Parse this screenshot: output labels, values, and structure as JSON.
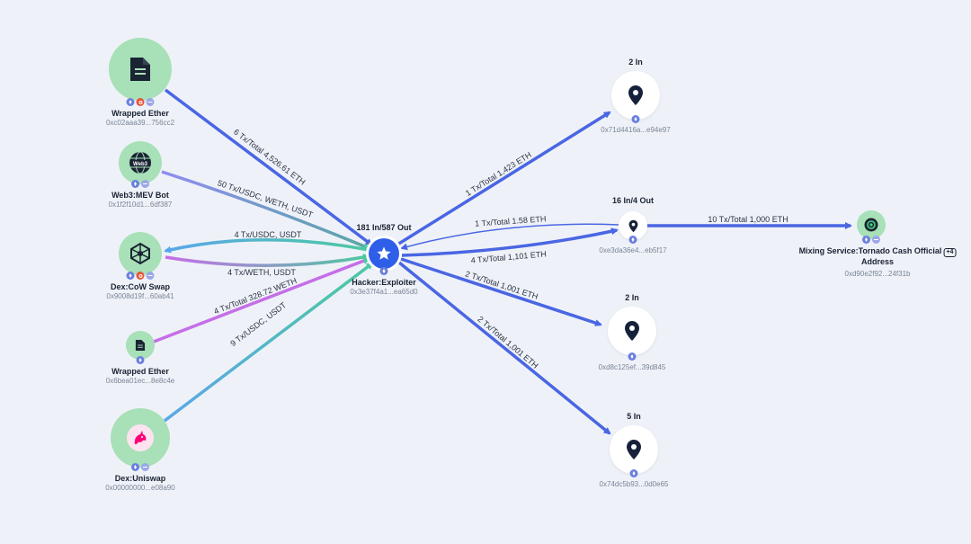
{
  "hub": {
    "counts": "181 In/587 Out",
    "name": "Hacker:Exploiter",
    "address": "0x3e37f4a1...ea65d0"
  },
  "sources": [
    {
      "name": "Wrapped Ether",
      "address": "0xc02aaa39...756cc2",
      "icon": "document-icon"
    },
    {
      "name": "Web3:MEV Bot",
      "address": "0x1f2f10d1...6df387",
      "icon": "web3-globe-icon",
      "badge_text": "Web3"
    },
    {
      "name": "Dex:CoW Swap",
      "address": "0x9008d19f...60ab41",
      "icon": "cow-swap-icon"
    },
    {
      "name": "Wrapped Ether",
      "address": "0x6bea01ec...8e8c4e",
      "icon": "document-icon"
    },
    {
      "name": "Dex:Uniswap",
      "address": "0x00000000...e08a90",
      "icon": "uniswap-unicorn-icon"
    }
  ],
  "targets": [
    {
      "counts": "2 In",
      "address": "0x71d4416a...e94e97",
      "icon": "location-pin-icon"
    },
    {
      "counts": "16 In/4 Out",
      "address": "0xe3da36e4...eb5f17",
      "icon": "location-pin-icon"
    },
    {
      "counts": "2 In",
      "address": "0xd8c125ef...39d845",
      "icon": "location-pin-icon"
    },
    {
      "counts": "5 In",
      "address": "0x74dc5b93...0d0e65",
      "icon": "location-pin-icon"
    }
  ],
  "mixer": {
    "name": "Mixing Service:Tornado Cash Official",
    "name2": "Address",
    "more": "+4",
    "address": "0xd90e2f92...24f31b",
    "icon": "tornado-cash-icon"
  },
  "edges": [
    {
      "label": "6 Tx/Total 4,526.61 ETH"
    },
    {
      "label": "50 Tx/USDC, WETH, USDT"
    },
    {
      "label": "4 Tx/USDC, USDT"
    },
    {
      "label": "4 Tx/WETH, USDT"
    },
    {
      "label": "4 Tx/Total 328.72 WETH"
    },
    {
      "label": "9 Tx/USDC, USDT"
    },
    {
      "label": "1 Tx/Total 1,423 ETH"
    },
    {
      "label": "1 Tx/Total 1.58 ETH"
    },
    {
      "label": "4 Tx/Total 1,101 ETH"
    },
    {
      "label": "2 Tx/Total 1,001 ETH"
    },
    {
      "label": "2 Tx/Total 1,001 ETH"
    },
    {
      "label": "10 Tx/Total 1,000 ETH"
    }
  ],
  "colors": {
    "blue": "#4a66e3",
    "teal": "#4cc9a0",
    "purple": "#c66ee8",
    "lightblue": "#5aa6ea",
    "node_green": "#a8e0b8",
    "hub": "#2f5fe8"
  }
}
